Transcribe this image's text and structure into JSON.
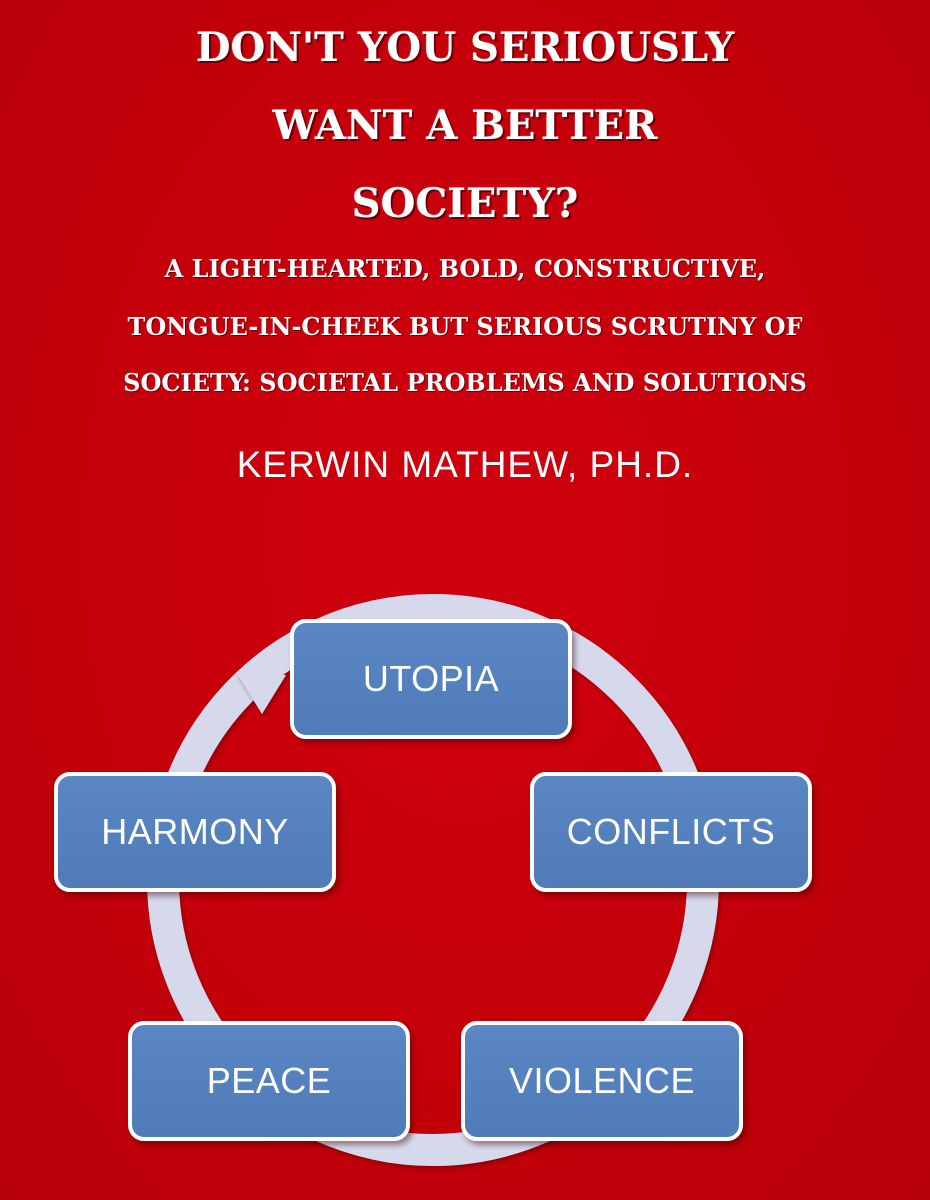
{
  "cover": {
    "title_lines": [
      "DON'T YOU SERIOUSLY",
      "WANT A BETTER",
      "SOCIETY?"
    ],
    "subtitle_lines": [
      "A LIGHT-HEARTED, BOLD, CONSTRUCTIVE,",
      "TONGUE-IN-CHEEK BUT SERIOUS SCRUTINY OF",
      "SOCIETY: SOCIETAL PROBLEMS AND SOLUTIONS"
    ],
    "author": "KERWIN MATHEW, PH.D."
  },
  "cycle": {
    "nodes": [
      "UTOPIA",
      "CONFLICTS",
      "VIOLENCE",
      "PEACE",
      "HARMONY"
    ],
    "colors": {
      "node_fill": "#5a87c4",
      "node_border": "#ffffff",
      "ring": "#d6d9ec",
      "background": "#c5000b"
    }
  }
}
